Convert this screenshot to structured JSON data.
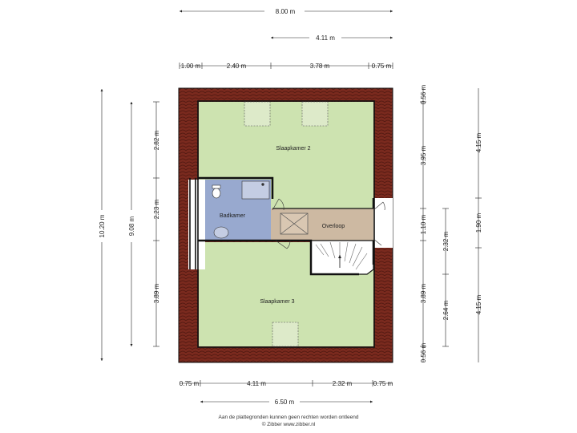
{
  "rooms": {
    "bedroom2": "Slaapkamer 2",
    "bedroom3": "Slaapkamer 3",
    "bathroom": "Badkamer",
    "landing": "Overloop"
  },
  "dimensions": {
    "top_total": "8.00 m",
    "top_partial": "4.11 m",
    "top_segments": [
      "1.00 m",
      "2.40 m",
      "3.78 m",
      "0.75 m"
    ],
    "bottom_segments": [
      "0.75 m",
      "4.11 m",
      "2.32 m",
      "0.75 m"
    ],
    "bottom_total": "6.50 m",
    "left_total": "10.20 m",
    "left_inner": "9.08 m",
    "left_segments": [
      "2.82 m",
      "2.23 m",
      "3.89 m"
    ],
    "right_segments_a": [
      "0.56 m",
      "3.95 m",
      "1.10 m",
      "3.89 m",
      "0.56 m"
    ],
    "right_segments_b": [
      "2.32 m",
      "2.64 m"
    ],
    "right_segments_c": [
      "4.15 m",
      "1.90 m",
      "4.15 m"
    ]
  },
  "footer": {
    "disclaimer": "Aan de plattegronden kunnen geen rechten worden ontleend",
    "credit": "© Zibber www.zibber.nl"
  },
  "colors": {
    "roof": "#7a2a1e",
    "bedroom": "#cde3b0",
    "bathroom": "#98a9cf",
    "landing": "#cdb9a2",
    "wall": "#111111"
  }
}
